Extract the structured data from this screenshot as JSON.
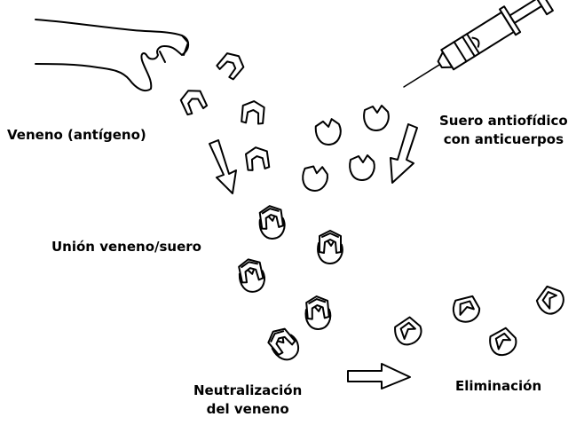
{
  "labels": {
    "venom": "Veneno (antígeno)",
    "serum_line1": "Suero antiofídico",
    "serum_line2": "con anticuerpos",
    "binding": "Unión veneno/suero",
    "neutralization_line1": "Neutralización",
    "neutralization_line2": "del veneno",
    "elimination": "Eliminación"
  },
  "icons": [
    "hand-icon",
    "syringe-icon",
    "venom-chevron-icon",
    "antibody-icon",
    "complex-icon",
    "arrow-icon"
  ],
  "colors": {
    "ink": "#000000",
    "paper": "#ffffff"
  }
}
